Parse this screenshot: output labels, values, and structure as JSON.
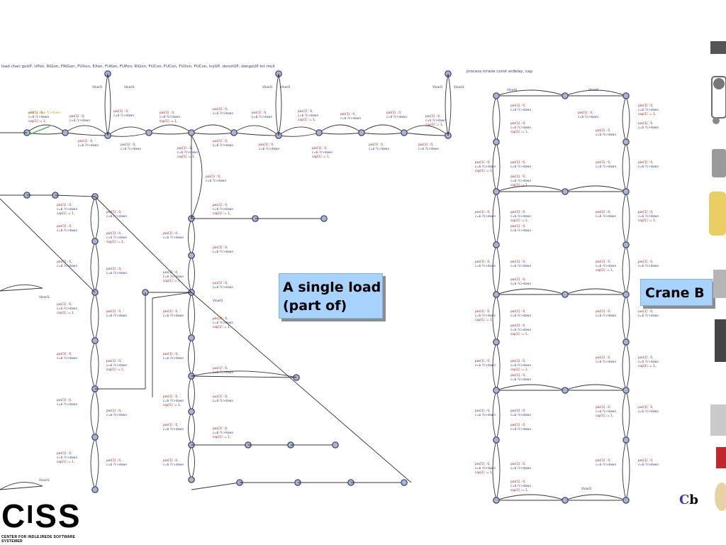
{
  "callouts": {
    "single_load": [
      "A single load",
      "(part of)"
    ],
    "crane": "Crane B"
  },
  "logo": {
    "letters": "CISS",
    "subtitle": "CENTER FOR INDLEJREDE SOFTWARE SYSTEMER"
  },
  "corner_label": {
    "prefix": "C",
    "text": "b"
  },
  "colors": {
    "callout_fill": "#a9d3ff",
    "node_fill": "#a9b4cf",
    "node_stroke": "#3b3f6b",
    "label": "#8b1a1a",
    "accent_red": "#c0282b"
  },
  "labels": {
    "header_left": "load         chan goUP, UPon, RIGon, FRIGon, FUXon, EXon, FUKon, FUPon, RIGon, FUCon, FUCon, FUXon, FUCon, tryUP, donotUP, dongoUP   int rnull",
    "header_right": "process rcrane    const ardelay, cap",
    "small": [
      "Vload1",
      "Vload1",
      "Vload1",
      "Vload1",
      "Vload1",
      "Vload1",
      "Vload1",
      "Vload1",
      "Vload1",
      "Vload1",
      "Vload1",
      "Vload1"
    ]
  }
}
